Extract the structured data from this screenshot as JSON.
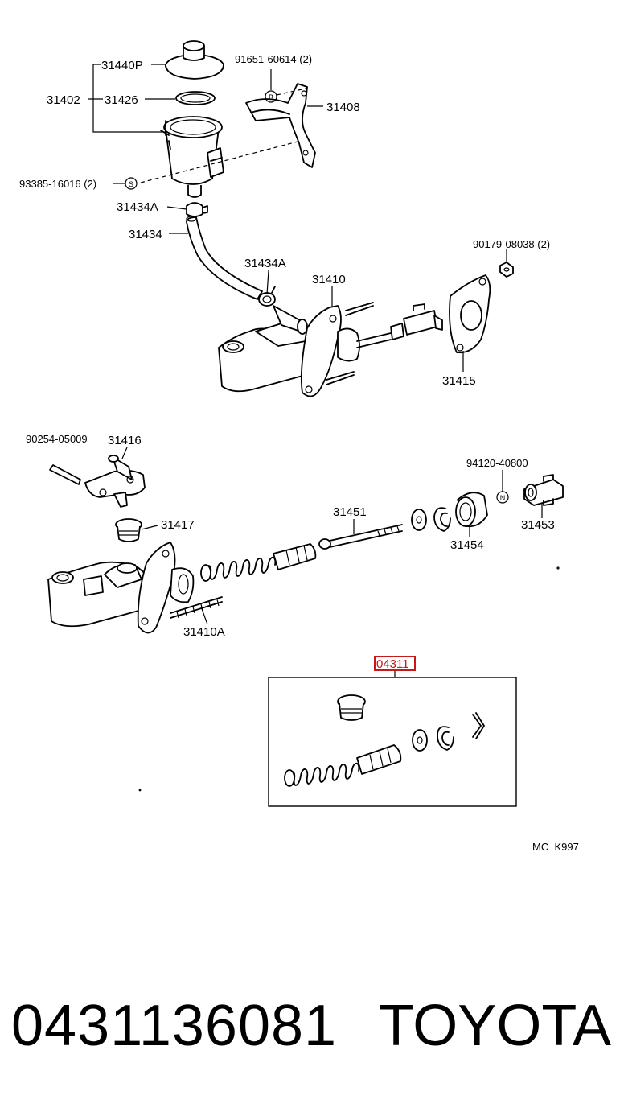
{
  "diagram": {
    "labels": {
      "p31440P": "31440P",
      "p91651": "91651-60614 (2)",
      "p31402": "31402",
      "p31426": "31426",
      "p31408": "31408",
      "p93385": "93385-16016 (2)",
      "p31434A_top": "31434A",
      "p31434": "31434",
      "p31434A_mid": "31434A",
      "p31410": "31410",
      "p90179": "90179-08038 (2)",
      "p31415": "31415",
      "p90254": "90254-05009",
      "p31416": "31416",
      "p94120": "94120-40800",
      "p31417": "31417",
      "p31451": "31451",
      "p31453": "31453",
      "p31454": "31454",
      "p31410A": "31410A",
      "p04311": "04311"
    },
    "callouts": {
      "b": "B",
      "s": "S",
      "n": "N"
    },
    "reference_code": "MC  K997"
  },
  "footer": {
    "part_number": "0431136081",
    "brand": "TOYOTA"
  },
  "colors": {
    "line": "#000000",
    "highlight": "#c41a1a",
    "background": "#ffffff"
  }
}
